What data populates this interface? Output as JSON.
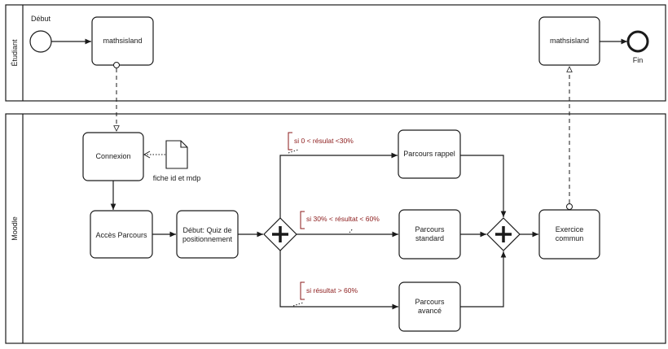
{
  "lanes": {
    "top": "Étudiant",
    "bottom": "Moodle"
  },
  "events": {
    "start": "Début",
    "end": "Fin"
  },
  "tasks": {
    "mathsisland_start": "mathsisland",
    "mathsisland_end": "mathsisland",
    "connexion": "Connexion",
    "acces_parcours": "Accès Parcours",
    "quiz_line1": "Début: Quiz de",
    "quiz_line2": "positionnement",
    "rappel": "Parcours rappel",
    "standard_line1": "Parcours",
    "standard_line2": "standard",
    "avance_line1": "Parcours",
    "avance_line2": "avancé",
    "exercice_line1": "Exercice",
    "exercice_line2": "commun"
  },
  "data_object": {
    "label": "fiche id et mdp"
  },
  "conditions": {
    "low": "si 0 < résulat <30%",
    "mid": "si 30% < résultat < 60%",
    "high": "si résultat > 60%"
  },
  "colors": {
    "condition": "#8b1a1a",
    "stroke": "#1a1a1a"
  }
}
